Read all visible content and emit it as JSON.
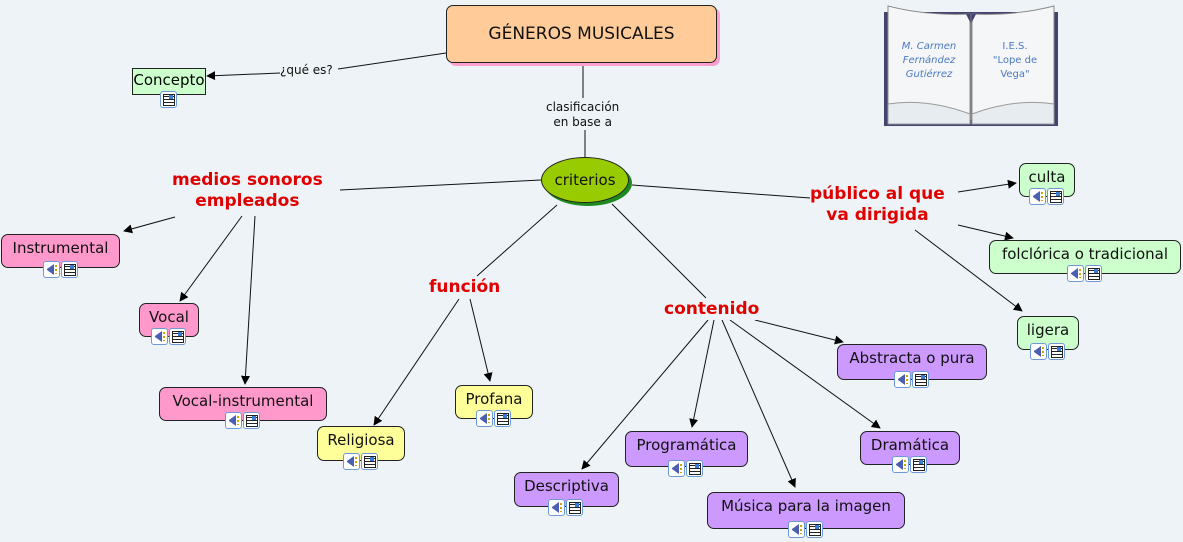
{
  "title": "GÉNEROS MUSICALES",
  "concept": {
    "label": "Concepto",
    "link_label": "¿qué es?",
    "icons": [
      "document-icon"
    ]
  },
  "root_link_label": "clasificación en base a",
  "root_link_label_lines": [
    "clasificación",
    "en base a"
  ],
  "center": {
    "label": "criterios"
  },
  "book": {
    "left_lines": [
      "M. Carmen",
      "Fernández",
      "Gutiérrez"
    ],
    "right_lines": [
      "I.E.S.",
      "\"Lope de",
      "Vega\""
    ]
  },
  "categories": [
    {
      "id": "medios",
      "label_lines": [
        "medios sonoros",
        "empleados"
      ],
      "color": "#ff99cc",
      "children": [
        "Instrumental",
        "Vocal",
        "Vocal-instrumental"
      ]
    },
    {
      "id": "funcion",
      "label_lines": [
        "función"
      ],
      "color": "#ffff99",
      "children": [
        "Religiosa",
        "Profana"
      ]
    },
    {
      "id": "contenido",
      "label_lines": [
        "contenido"
      ],
      "color": "#cc99ff",
      "children": [
        "Descriptiva",
        "Programática",
        "Música para la imagen",
        "Dramática",
        "Abstracta o pura"
      ]
    },
    {
      "id": "publico",
      "label_lines": [
        "público al que",
        "va dirigida"
      ],
      "color": "#ccffcc",
      "children": [
        "culta",
        "folclórica o tradicional",
        "ligera"
      ]
    }
  ],
  "nodes": {
    "instrumental": "Instrumental",
    "vocal": "Vocal",
    "vocal_instrumental": "Vocal-instrumental",
    "religiosa": "Religiosa",
    "profana": "Profana",
    "descriptiva": "Descriptiva",
    "programatica": "Programática",
    "musica_imagen": "Música para la imagen",
    "dramatica": "Dramática",
    "abstracta": "Abstracta o pura",
    "culta": "culta",
    "folclorica": "folclórica o tradicional",
    "ligera": "ligera"
  },
  "node_icons": [
    "speaker-icon",
    "document-icon"
  ]
}
